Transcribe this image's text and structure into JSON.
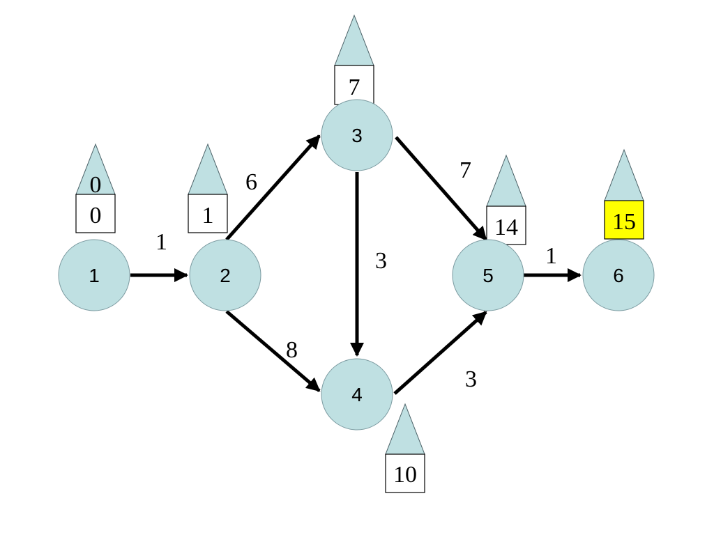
{
  "nodes": [
    {
      "id": "1",
      "label": "1",
      "value": "0",
      "tri_value": "0"
    },
    {
      "id": "2",
      "label": "2",
      "value": "1"
    },
    {
      "id": "3",
      "label": "3",
      "value": "7"
    },
    {
      "id": "4",
      "label": "4",
      "value": "10"
    },
    {
      "id": "5",
      "label": "5",
      "value": "14"
    },
    {
      "id": "6",
      "label": "6",
      "value": "15"
    }
  ],
  "edges": [
    {
      "from": "1",
      "to": "2",
      "weight": "1"
    },
    {
      "from": "2",
      "to": "3",
      "weight": "6"
    },
    {
      "from": "2",
      "to": "4",
      "weight": "8"
    },
    {
      "from": "3",
      "to": "4",
      "weight": "3"
    },
    {
      "from": "3",
      "to": "5",
      "weight": "7"
    },
    {
      "from": "4",
      "to": "5",
      "weight": "3"
    },
    {
      "from": "5",
      "to": "6",
      "weight": "1"
    }
  ],
  "colors": {
    "node_fill": "#bfe0e2",
    "highlight": "#ffff00"
  }
}
